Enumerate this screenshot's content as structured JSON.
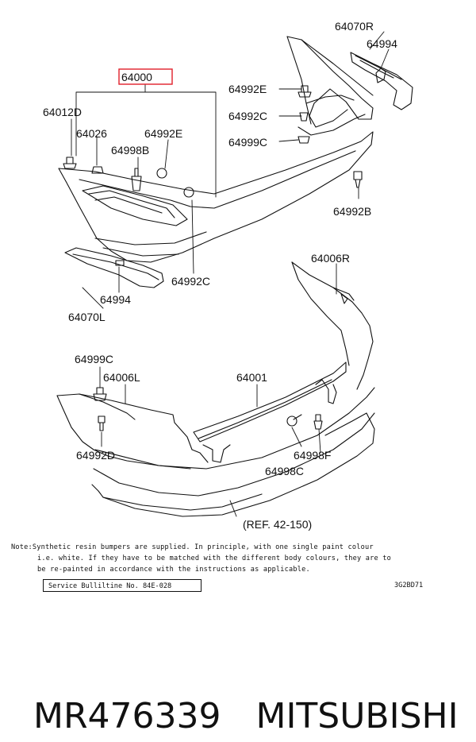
{
  "diagram": {
    "labels": {
      "p64070R": "64070R",
      "p64994_top": "64994",
      "p64000": "64000",
      "p64992E_top": "64992E",
      "p64012D": "64012D",
      "p64992C_top": "64992C",
      "p64026": "64026",
      "p64992E_mid": "64992E",
      "p64999C_top": "64999C",
      "p64998B": "64998B",
      "p64992B": "64992B",
      "p64006R": "64006R",
      "p64992C_mid": "64992C",
      "p64994_left": "64994",
      "p64070L": "64070L",
      "p64999C_low": "64999C",
      "p64006L": "64006L",
      "p64001": "64001",
      "p64998F": "64998F",
      "p64992D": "64992D",
      "p64998C": "64998C",
      "ref": "(REF. 42-150)"
    },
    "highlight_color": "#e0202a"
  },
  "note": {
    "line1": "Note:Synthetic resin bumpers are supplied. In principle, with one single paint colour",
    "line2": "i.e. white. If they have to be matched with the different body colours, they are to",
    "line3": "be re-painted in accordance with the instructions as applicable."
  },
  "bulletin": "Service Bulliltine No. 84E-028",
  "drawing_code": "3G2BD71",
  "footer": {
    "part_number": "MR476339",
    "brand": "MITSUBISHI"
  }
}
